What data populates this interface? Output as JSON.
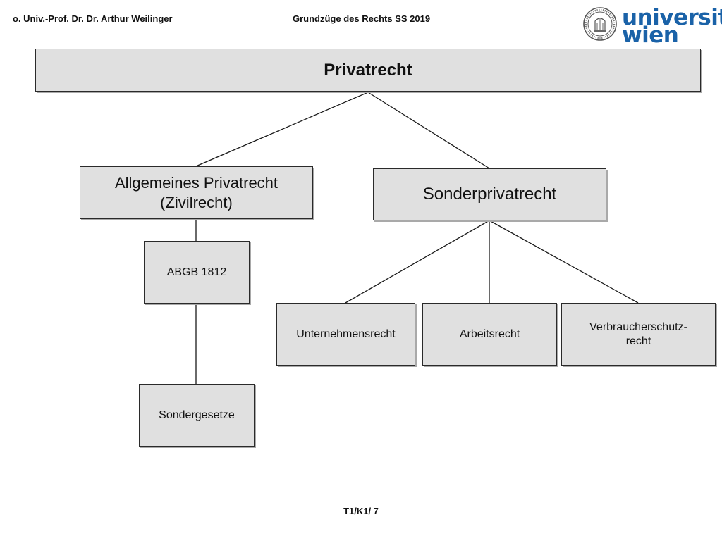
{
  "header": {
    "author": "o. Univ.-Prof. Dr. Dr. Arthur Weilinger",
    "course": "Grundzüge des Rechts SS 2019"
  },
  "logo": {
    "line1": "universität",
    "line2": "wien",
    "color": "#1a62a8"
  },
  "diagram": {
    "root": "Privatrecht",
    "allgemeines": {
      "line1": "Allgemeines Privatrecht",
      "line2": "(Zivilrecht)"
    },
    "sonderprivatrecht": "Sonderprivatrecht",
    "abgb": "ABGB 1812",
    "sondergesetze": "Sondergesetze",
    "unternehmensrecht": "Unternehmensrecht",
    "arbeitsrecht": "Arbeitsrecht",
    "verbraucherschutz": {
      "line1": "Verbraucherschutz-",
      "line2": "recht"
    }
  },
  "footer": {
    "slide_number": "T1/K1/ 7"
  },
  "colors": {
    "box_fill": "#e0e0e0",
    "box_border": "#2a2a2a",
    "connector": "#1a1a1a"
  }
}
